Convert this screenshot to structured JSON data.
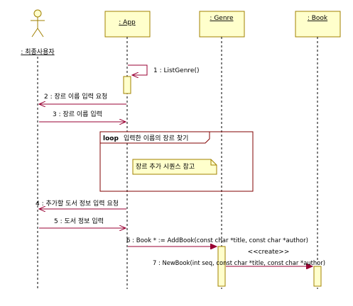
{
  "actor": {
    "name": ": 최종사용자"
  },
  "objects": [
    {
      "id": "app",
      "name": ": App"
    },
    {
      "id": "genre",
      "name": ": Genre"
    },
    {
      "id": "book",
      "name": ": Book"
    }
  ],
  "messages": [
    {
      "id": "m1",
      "label": "1 : ListGenre()"
    },
    {
      "id": "m2",
      "label": "2 : 장르 이름 입력 요청"
    },
    {
      "id": "m3",
      "label": "3 : 장르 이름 입력"
    },
    {
      "id": "m4",
      "label": "4 : 추가할 도서 정보 입력 요청"
    },
    {
      "id": "m5",
      "label": "5 : 도서 정보 입력"
    },
    {
      "id": "m6",
      "label": "6 : Book * := AddBook(const char *title, const char *author)"
    },
    {
      "id": "m7",
      "label": "7 : NewBook(int seq, const char *title, const char *author)"
    }
  ],
  "stereotype": "<<create>>",
  "loop": {
    "keyword": "loop",
    "condition": "입력한 이름의 장르 찾기"
  },
  "note": {
    "text": "장르 추가 시퀀스 참고"
  },
  "colors": {
    "object_fill": "#ffffcc",
    "object_border": "#a08000",
    "activation_fill": "#ffffcc",
    "activation_border": "#a08000",
    "message_line": "#990033",
    "lifeline": "#000000",
    "loop_border": "#800000",
    "note_fill": "#ffffcc"
  }
}
